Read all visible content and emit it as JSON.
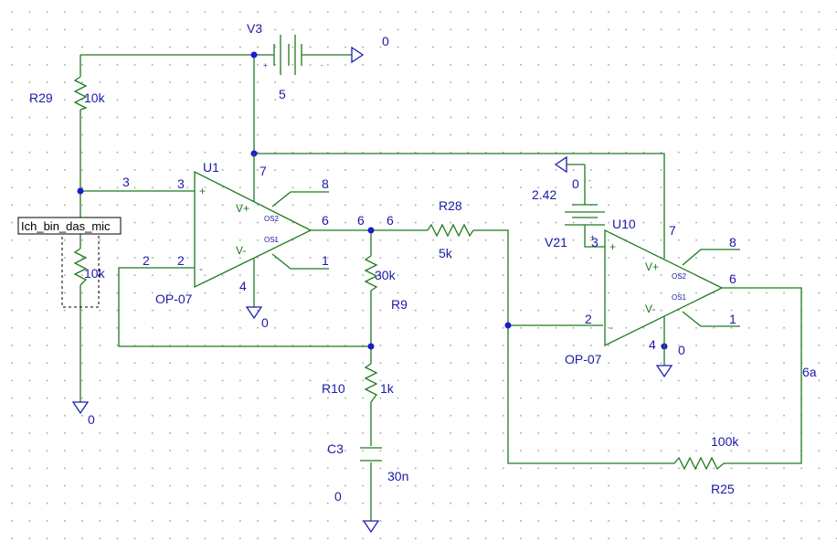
{
  "components": {
    "v3": {
      "ref": "V3",
      "value": "5",
      "plus": "+",
      "minus": "-",
      "ground": "0"
    },
    "r29": {
      "ref": "R29",
      "value": "10k"
    },
    "u1": {
      "ref": "U1",
      "model": "OP-07",
      "pin3": "3",
      "pin2": "2",
      "pin7": "7",
      "pin4": "4",
      "pin8": "8",
      "pin1": "1",
      "pin6": "6",
      "vplus": "V+",
      "vminus": "V-",
      "os2": "OS2",
      "os1": "OS1",
      "in_plus": "+",
      "in_minus": "-",
      "ground": "0"
    },
    "r9": {
      "ref": "R9",
      "value": "30k"
    },
    "r10": {
      "ref": "R10",
      "value": "1k"
    },
    "c3": {
      "ref": "C3",
      "value": "30n",
      "ground": "0"
    },
    "r28": {
      "ref": "R28",
      "value": "5k"
    },
    "v21": {
      "ref": "V21",
      "value": "2.42",
      "ground": "0",
      "minus": "-",
      "plus": "+"
    },
    "u10": {
      "ref": "U10",
      "model": "OP-07",
      "pin3": "3",
      "pin2": "2",
      "pin7": "7",
      "pin4": "4",
      "pin8": "8",
      "pin1": "1",
      "pin6": "6",
      "vplus": "V+",
      "vminus": "V-",
      "os2": "OS2",
      "os1": "OS1",
      "in_plus": "+",
      "in_minus": "-",
      "ground": "0"
    },
    "r25": {
      "ref": "R25",
      "value": "100k"
    },
    "mic": {
      "label": "Ich_bin_das_mic",
      "value": "10k",
      "ground": "0"
    }
  },
  "net_labels": {
    "net3_wire": "3",
    "net2_wire": "2",
    "out6_a": "6",
    "out6_b": "6",
    "out6a": "6a"
  }
}
